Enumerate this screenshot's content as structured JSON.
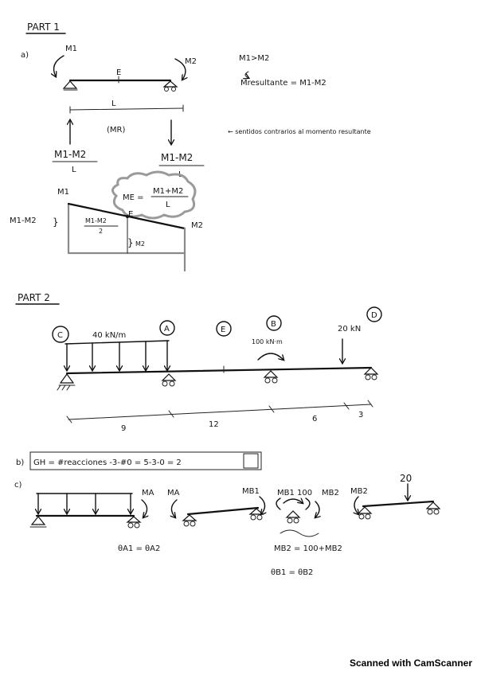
{
  "part1": {
    "heading": "PART 1",
    "item_a": "a)",
    "m1": "M1",
    "m2": "M2",
    "e_label": "E",
    "l_label": "L",
    "cond": "M1>M2",
    "m_result": "Mresultante = M1-M2",
    "m_r": "(MR)",
    "note": "← sentidos contrarios al momento resultante",
    "react_left_num": "M1-M2",
    "react_left_den": "L",
    "react_right_num": "M1-M2",
    "react_right_den": "L",
    "me_label": "ME =",
    "me_num": "M1+M2",
    "me_den": "L",
    "diag_m1_top": "M1",
    "diag_m1_m2": "M1-M2",
    "diag_frac_num": "M1-M2",
    "diag_frac_den": "2",
    "diag_e": "E",
    "diag_m2_right": "M2",
    "diag_m2_bottom": "M2"
  },
  "part2": {
    "heading": "PART 2",
    "label_c": "C",
    "label_a": "A",
    "label_e": "E",
    "label_b": "B",
    "label_d": "D",
    "load_dist": "40 kN/m",
    "load_moment": "100 kN·m",
    "load_point": "20 kN",
    "dim_9": "9",
    "dim_12": "12",
    "dim_6": "6",
    "dim_3": "3"
  },
  "part_b": {
    "item": "b)",
    "formula": "GH = #reacciones -3-#0 = 5-3-0 = 2"
  },
  "part_c": {
    "item": "c)",
    "ma_1": "MA",
    "ma_2": "MA",
    "mb1": "MB1",
    "mb1_100": "MB1 100",
    "mb2_1": "MB2",
    "mb2_2": "MB2",
    "load_20": "20",
    "theta_a": "θA1 = θA2",
    "mb2_eq": "MB2 = 100+MB2",
    "theta_b": "θB1 = θB2"
  },
  "footer": {
    "watermark": "Scanned with CamScanner"
  }
}
